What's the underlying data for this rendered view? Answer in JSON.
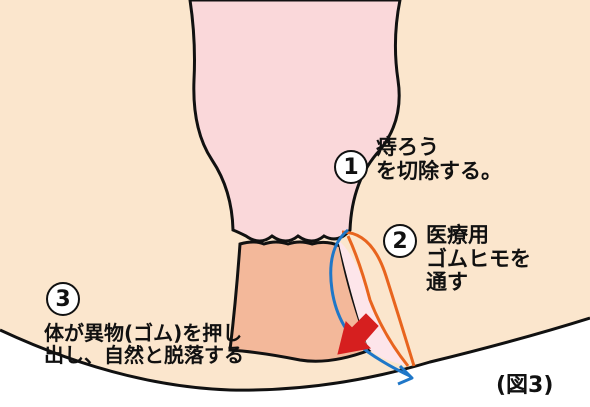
{
  "colors": {
    "skin": "#fbe6cd",
    "outline": "#111111",
    "pink_tissue": "#fad8da",
    "hemorrhoid": "#f3b89a",
    "rubber_band_orange": "#e8641e",
    "rubber_band_blue": "#1f77c8",
    "arrow_red": "#d61f1f"
  },
  "steps": [
    {
      "number": "1",
      "lines": [
        "痔ろう",
        "を切除する。"
      ]
    },
    {
      "number": "2",
      "lines": [
        "医療用",
        "ゴムヒモを",
        "通す"
      ]
    },
    {
      "number": "3",
      "lines": [
        "体が異物(ゴム)を押し",
        "出し、自然と脱落する"
      ]
    }
  ],
  "figure_label": "(図3)"
}
